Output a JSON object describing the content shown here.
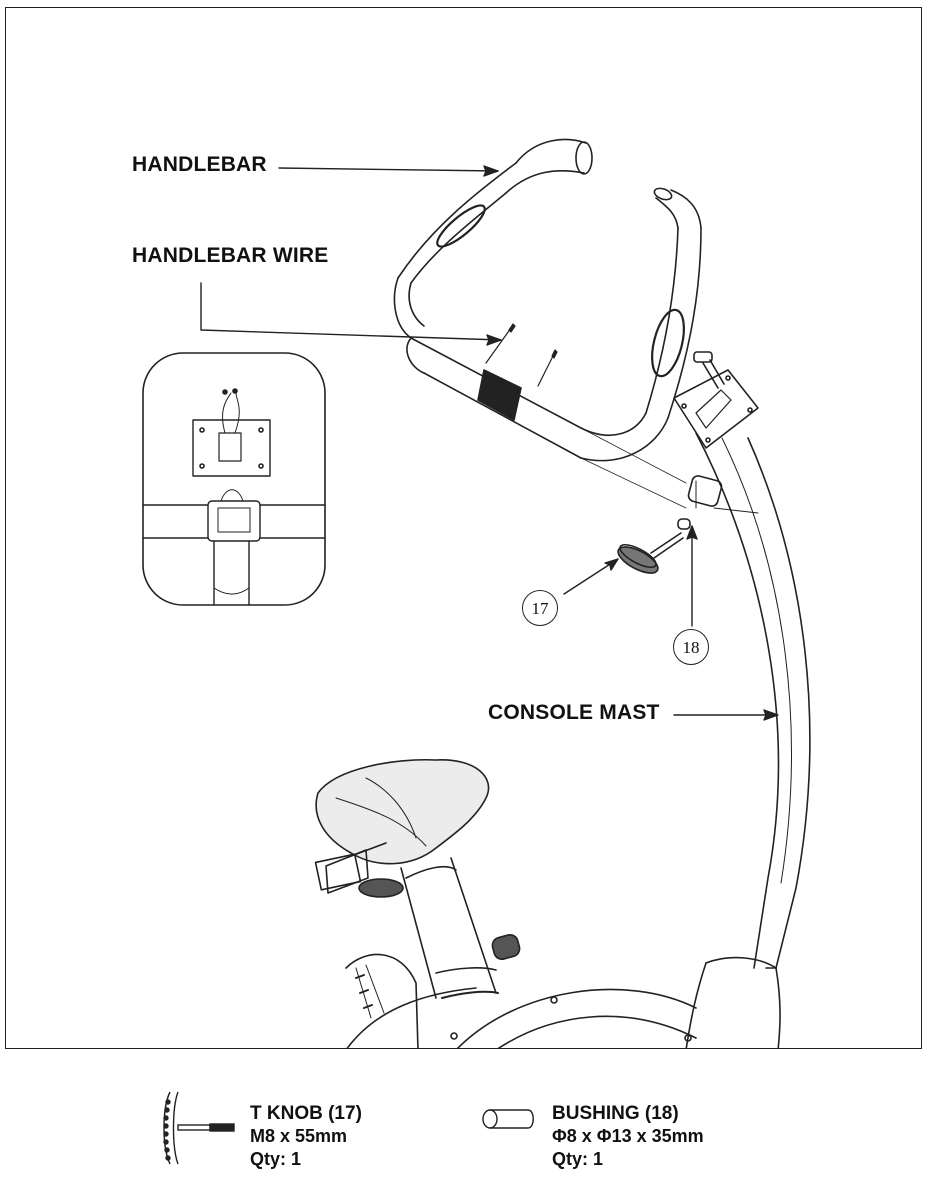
{
  "diagram": {
    "labels": {
      "handlebar": "HANDLEBAR",
      "handlebar_wire": "HANDLEBAR WIRE",
      "console_mast": "CONSOLE MAST"
    },
    "callouts": {
      "t_knob": "17",
      "bushing": "18"
    }
  },
  "parts": [
    {
      "name": "T KNOB (17)",
      "size": "M8 x 55mm",
      "qty": "Qty: 1",
      "icon": "t-knob-icon"
    },
    {
      "name": "BUSHING (18)",
      "size": "Φ8 x Φ13 x 35mm",
      "qty": "Qty: 1",
      "icon": "bushing-icon"
    }
  ]
}
